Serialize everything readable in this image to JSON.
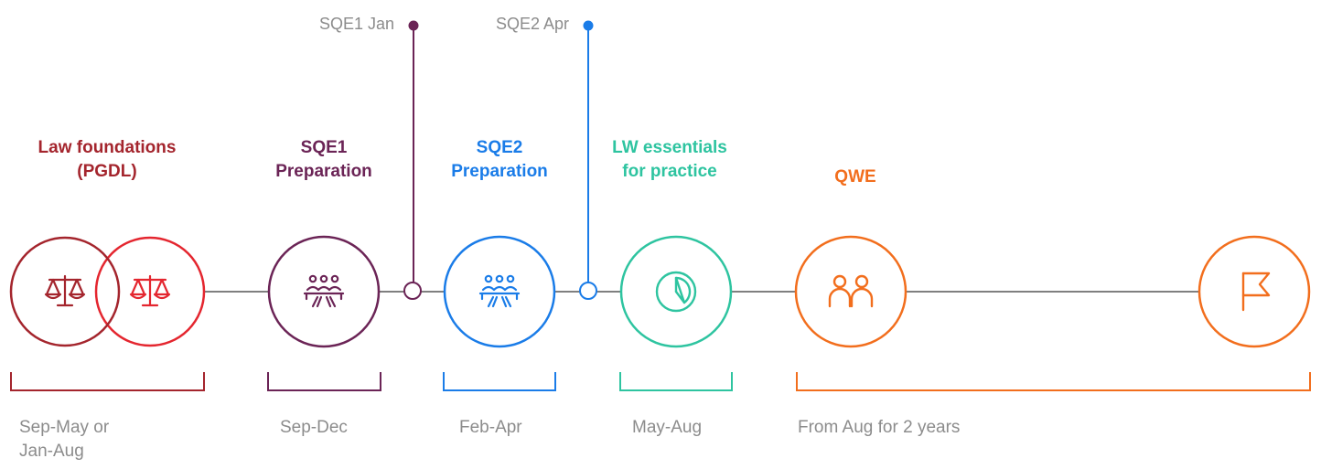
{
  "colors": {
    "law": "#a4252d",
    "law_secondary": "#e4262f",
    "sqe1": "#6b2456",
    "sqe2": "#1a7ce8",
    "lw": "#2ec4a0",
    "qwe": "#f26e1d",
    "line": "#7f7f7f",
    "muted": "#8c8c8c"
  },
  "milestones": [
    {
      "label": "SQE1 Jan",
      "color_key": "sqe1"
    },
    {
      "label": "SQE2 Apr",
      "color_key": "sqe2"
    }
  ],
  "stages": [
    {
      "id": "law",
      "title_line1": "Law foundations",
      "title_line2": "(PGDL)",
      "icon": "scales-icon",
      "range_line1": "Sep-May or",
      "range_line2": "Jan-Aug"
    },
    {
      "id": "sqe1",
      "title_line1": "SQE1",
      "title_line2": "Preparation",
      "icon": "classroom-icon",
      "range_line1": "Sep-Dec"
    },
    {
      "id": "sqe2",
      "title_line1": "SQE2",
      "title_line2": "Preparation",
      "icon": "classroom-icon",
      "range_line1": "Feb-Apr"
    },
    {
      "id": "lw",
      "title_line1": "LW essentials",
      "title_line2": "for practice",
      "icon": "pie-chart-icon",
      "range_line1": "May-Aug"
    },
    {
      "id": "qwe",
      "title_line1": "QWE",
      "icon": "people-icon",
      "end_icon": "flag-icon",
      "range_line1": "From Aug for 2 years"
    }
  ]
}
